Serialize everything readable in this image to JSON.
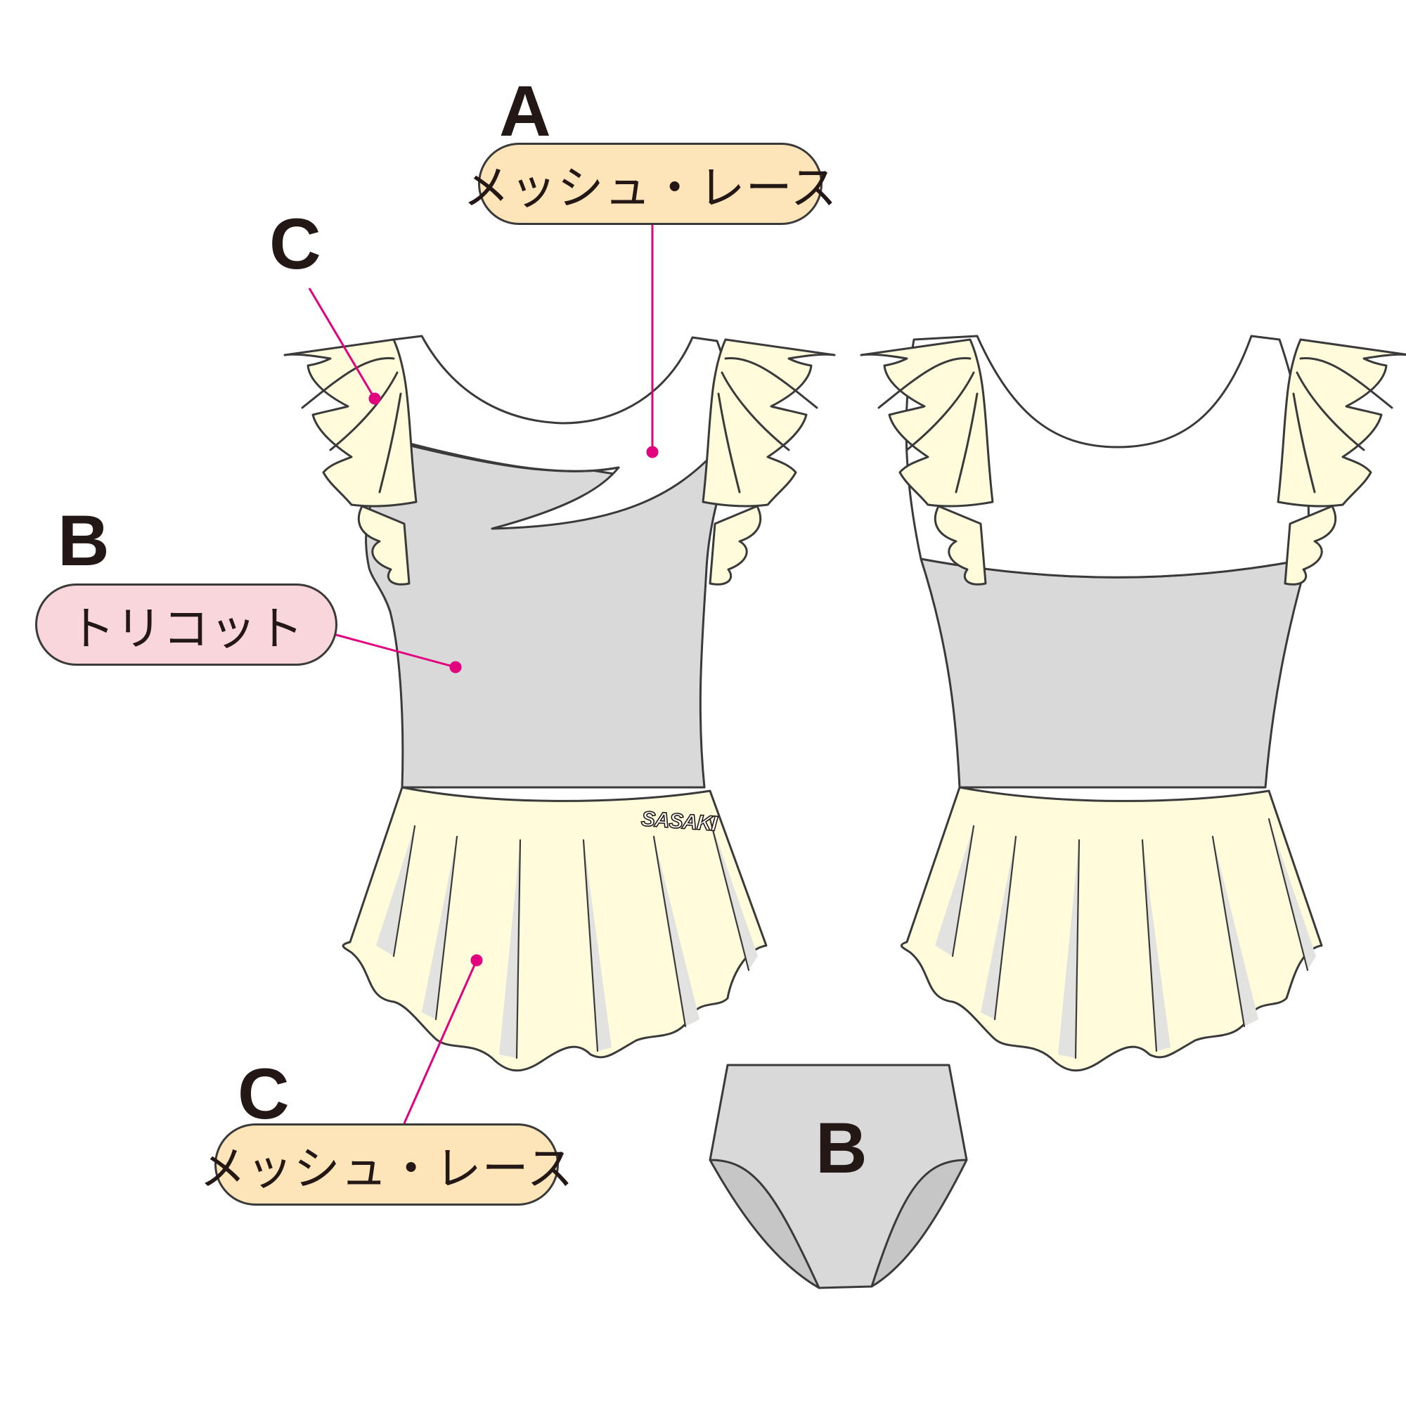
{
  "callouts": {
    "A": {
      "letter": "A",
      "material": "メッシュ・レース"
    },
    "B": {
      "letter": "B",
      "material": "トリコット"
    },
    "C_sleeve": {
      "letter": "C"
    },
    "C_skirt": {
      "letter": "C",
      "material": "メッシュ・レース"
    }
  },
  "shorts": {
    "letter": "B"
  },
  "logo": "SASAKI",
  "colors": {
    "accent_line": "#e3007f",
    "mesh_white": "#ffffff",
    "tricot_gray": "#d9d9d9",
    "lace_cream": "#fffbdb",
    "pill_cream": "#fde4b9",
    "pill_pink": "#f9d5dc"
  }
}
